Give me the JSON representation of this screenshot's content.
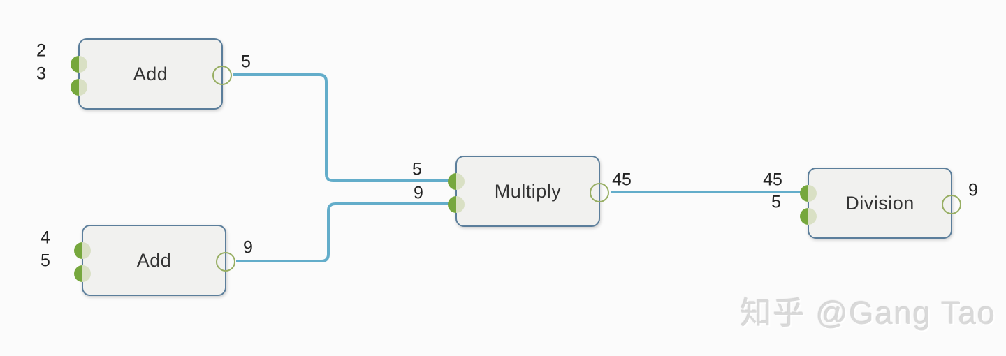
{
  "diagram": {
    "type": "dataflow-graph",
    "nodes": [
      {
        "id": "add-1",
        "label": "Add",
        "inputs": [
          "2",
          "3"
        ],
        "output": "5"
      },
      {
        "id": "add-2",
        "label": "Add",
        "inputs": [
          "4",
          "5"
        ],
        "output": "9"
      },
      {
        "id": "multiply",
        "label": "Multiply",
        "inputs": [
          "5",
          "9"
        ],
        "output": "45"
      },
      {
        "id": "division",
        "label": "Division",
        "inputs": [
          "45",
          "5"
        ],
        "output": "9"
      }
    ],
    "edges": [
      {
        "from": "add-1.output",
        "to": "multiply.input1",
        "value": "5"
      },
      {
        "from": "add-2.output",
        "to": "multiply.input2",
        "value": "9"
      },
      {
        "from": "multiply.output",
        "to": "division.input1",
        "value": "45"
      }
    ],
    "colors": {
      "background": "#fbfbfb",
      "node_fill": "#f1f1ef",
      "node_border": "#5b7e9b",
      "edge_line": "#63adca",
      "input_port_solid": "#76a73d",
      "input_port_faded": "#d9e0c4",
      "output_port_ring": "#97ae62"
    }
  },
  "watermark": {
    "text": "知乎 @Gang Tao",
    "color": "#d9d9d9"
  }
}
